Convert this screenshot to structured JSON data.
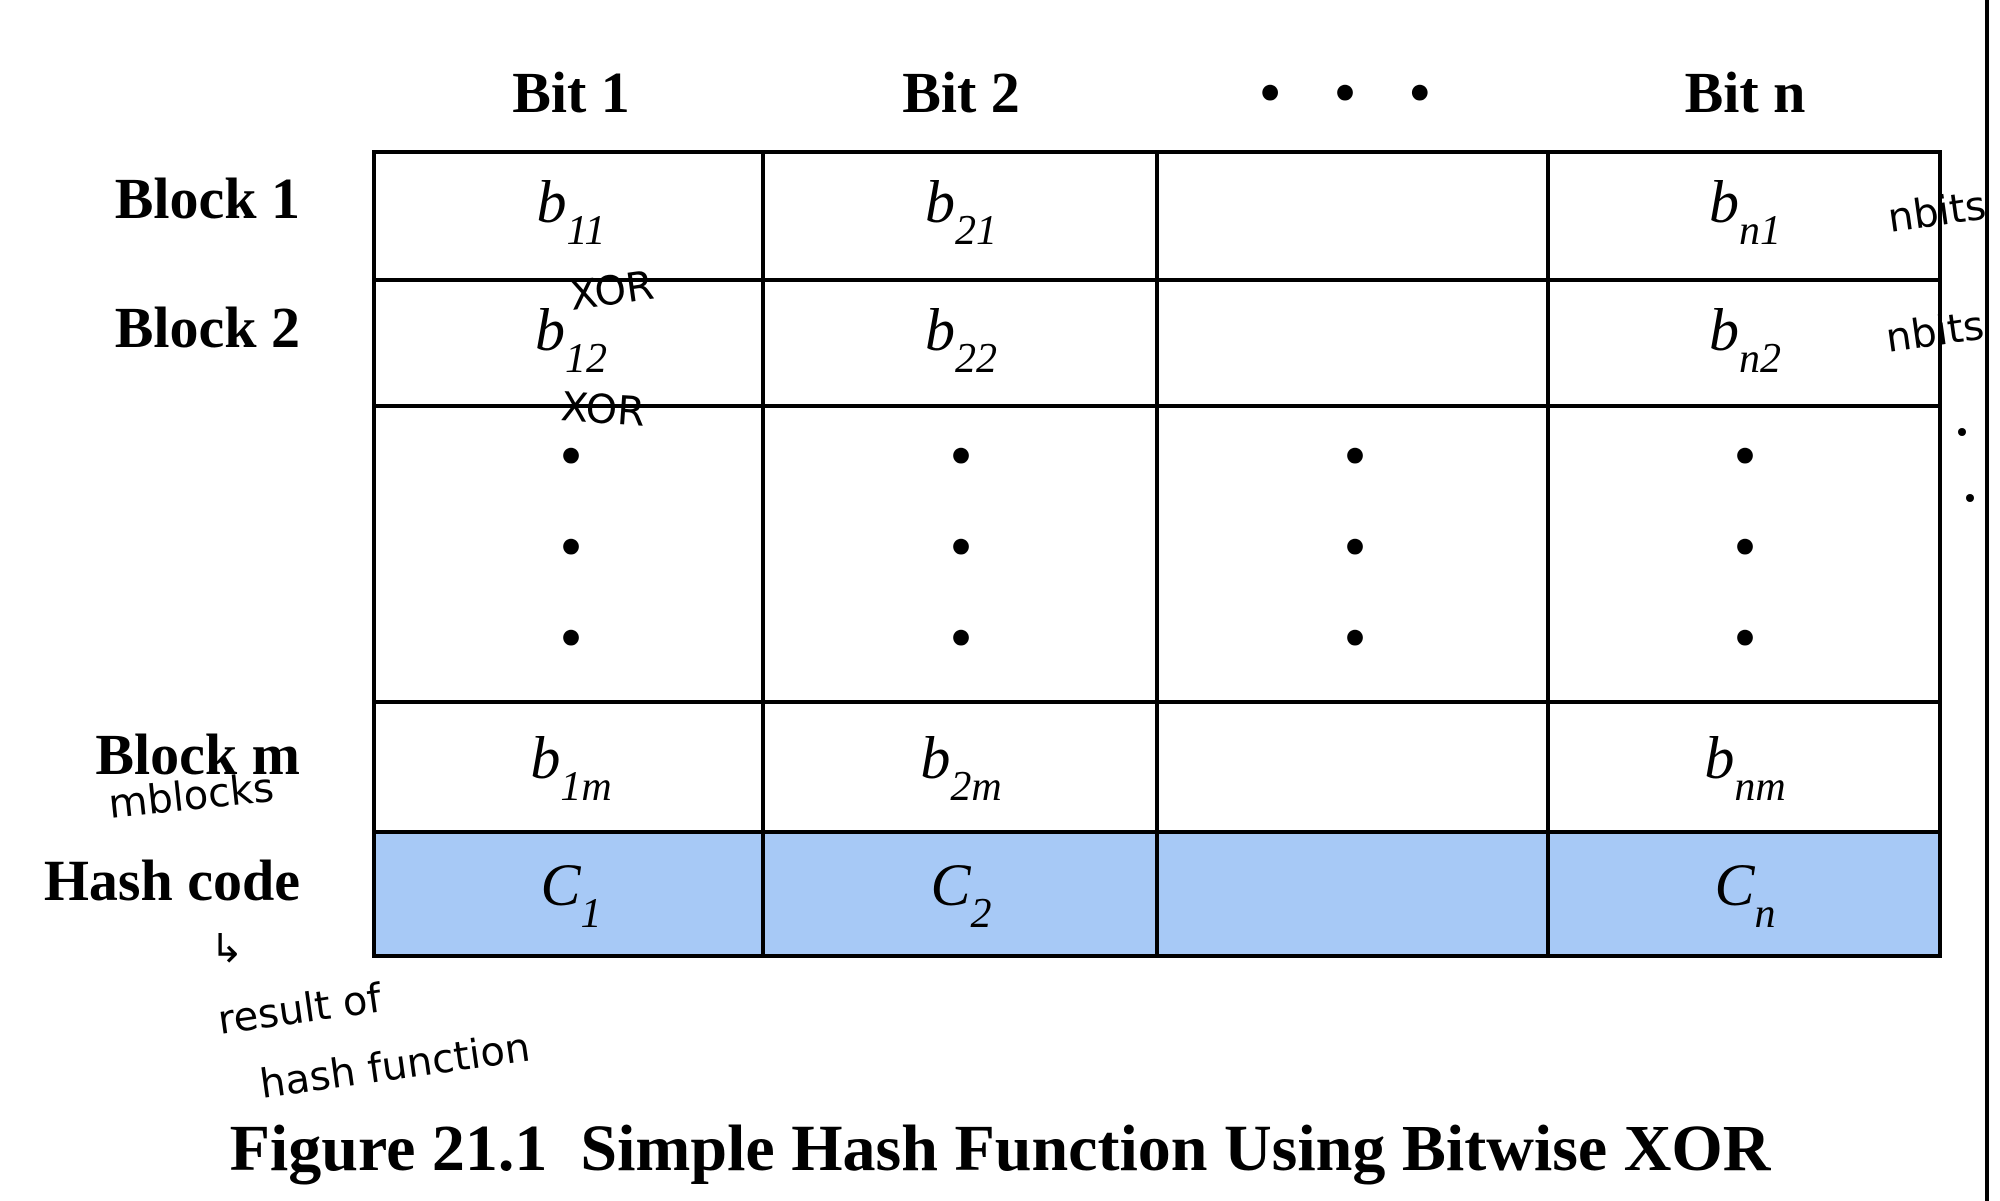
{
  "column_headers": [
    "Bit 1",
    "Bit 2",
    "• • •",
    "Bit n"
  ],
  "row_labels": [
    "Block 1",
    "Block 2",
    "Block m",
    "Hash code"
  ],
  "cells": {
    "block1": [
      {
        "base": "b",
        "sub": "11"
      },
      {
        "base": "b",
        "sub": "21"
      },
      {
        "base": "",
        "sub": ""
      },
      {
        "base": "b",
        "sub": "n1"
      }
    ],
    "block2": [
      {
        "base": "b",
        "sub": "12"
      },
      {
        "base": "b",
        "sub": "22"
      },
      {
        "base": "",
        "sub": ""
      },
      {
        "base": "b",
        "sub": "n2"
      }
    ],
    "blockm": [
      {
        "base": "b",
        "sub": "1m"
      },
      {
        "base": "b",
        "sub": "2m"
      },
      {
        "base": "",
        "sub": ""
      },
      {
        "base": "b",
        "sub": "nm"
      }
    ],
    "hash": [
      {
        "base": "C",
        "sub": "1"
      },
      {
        "base": "C",
        "sub": "2"
      },
      {
        "base": "",
        "sub": ""
      },
      {
        "base": "C",
        "sub": "n"
      }
    ]
  },
  "vertical_ellipsis": "•",
  "hash_fill": "#a7c9f6",
  "annotations": {
    "xor_top": "XOR",
    "xor_bottom": "XOR",
    "nbits_1": "nbits",
    "nbits_2": "nbits",
    "mblocks": "mblocks",
    "arrow": "↳",
    "result_line1": "result of",
    "result_line2": "hash function"
  },
  "caption": "Figure 21.1  Simple Hash Function Using Bitwise XOR"
}
